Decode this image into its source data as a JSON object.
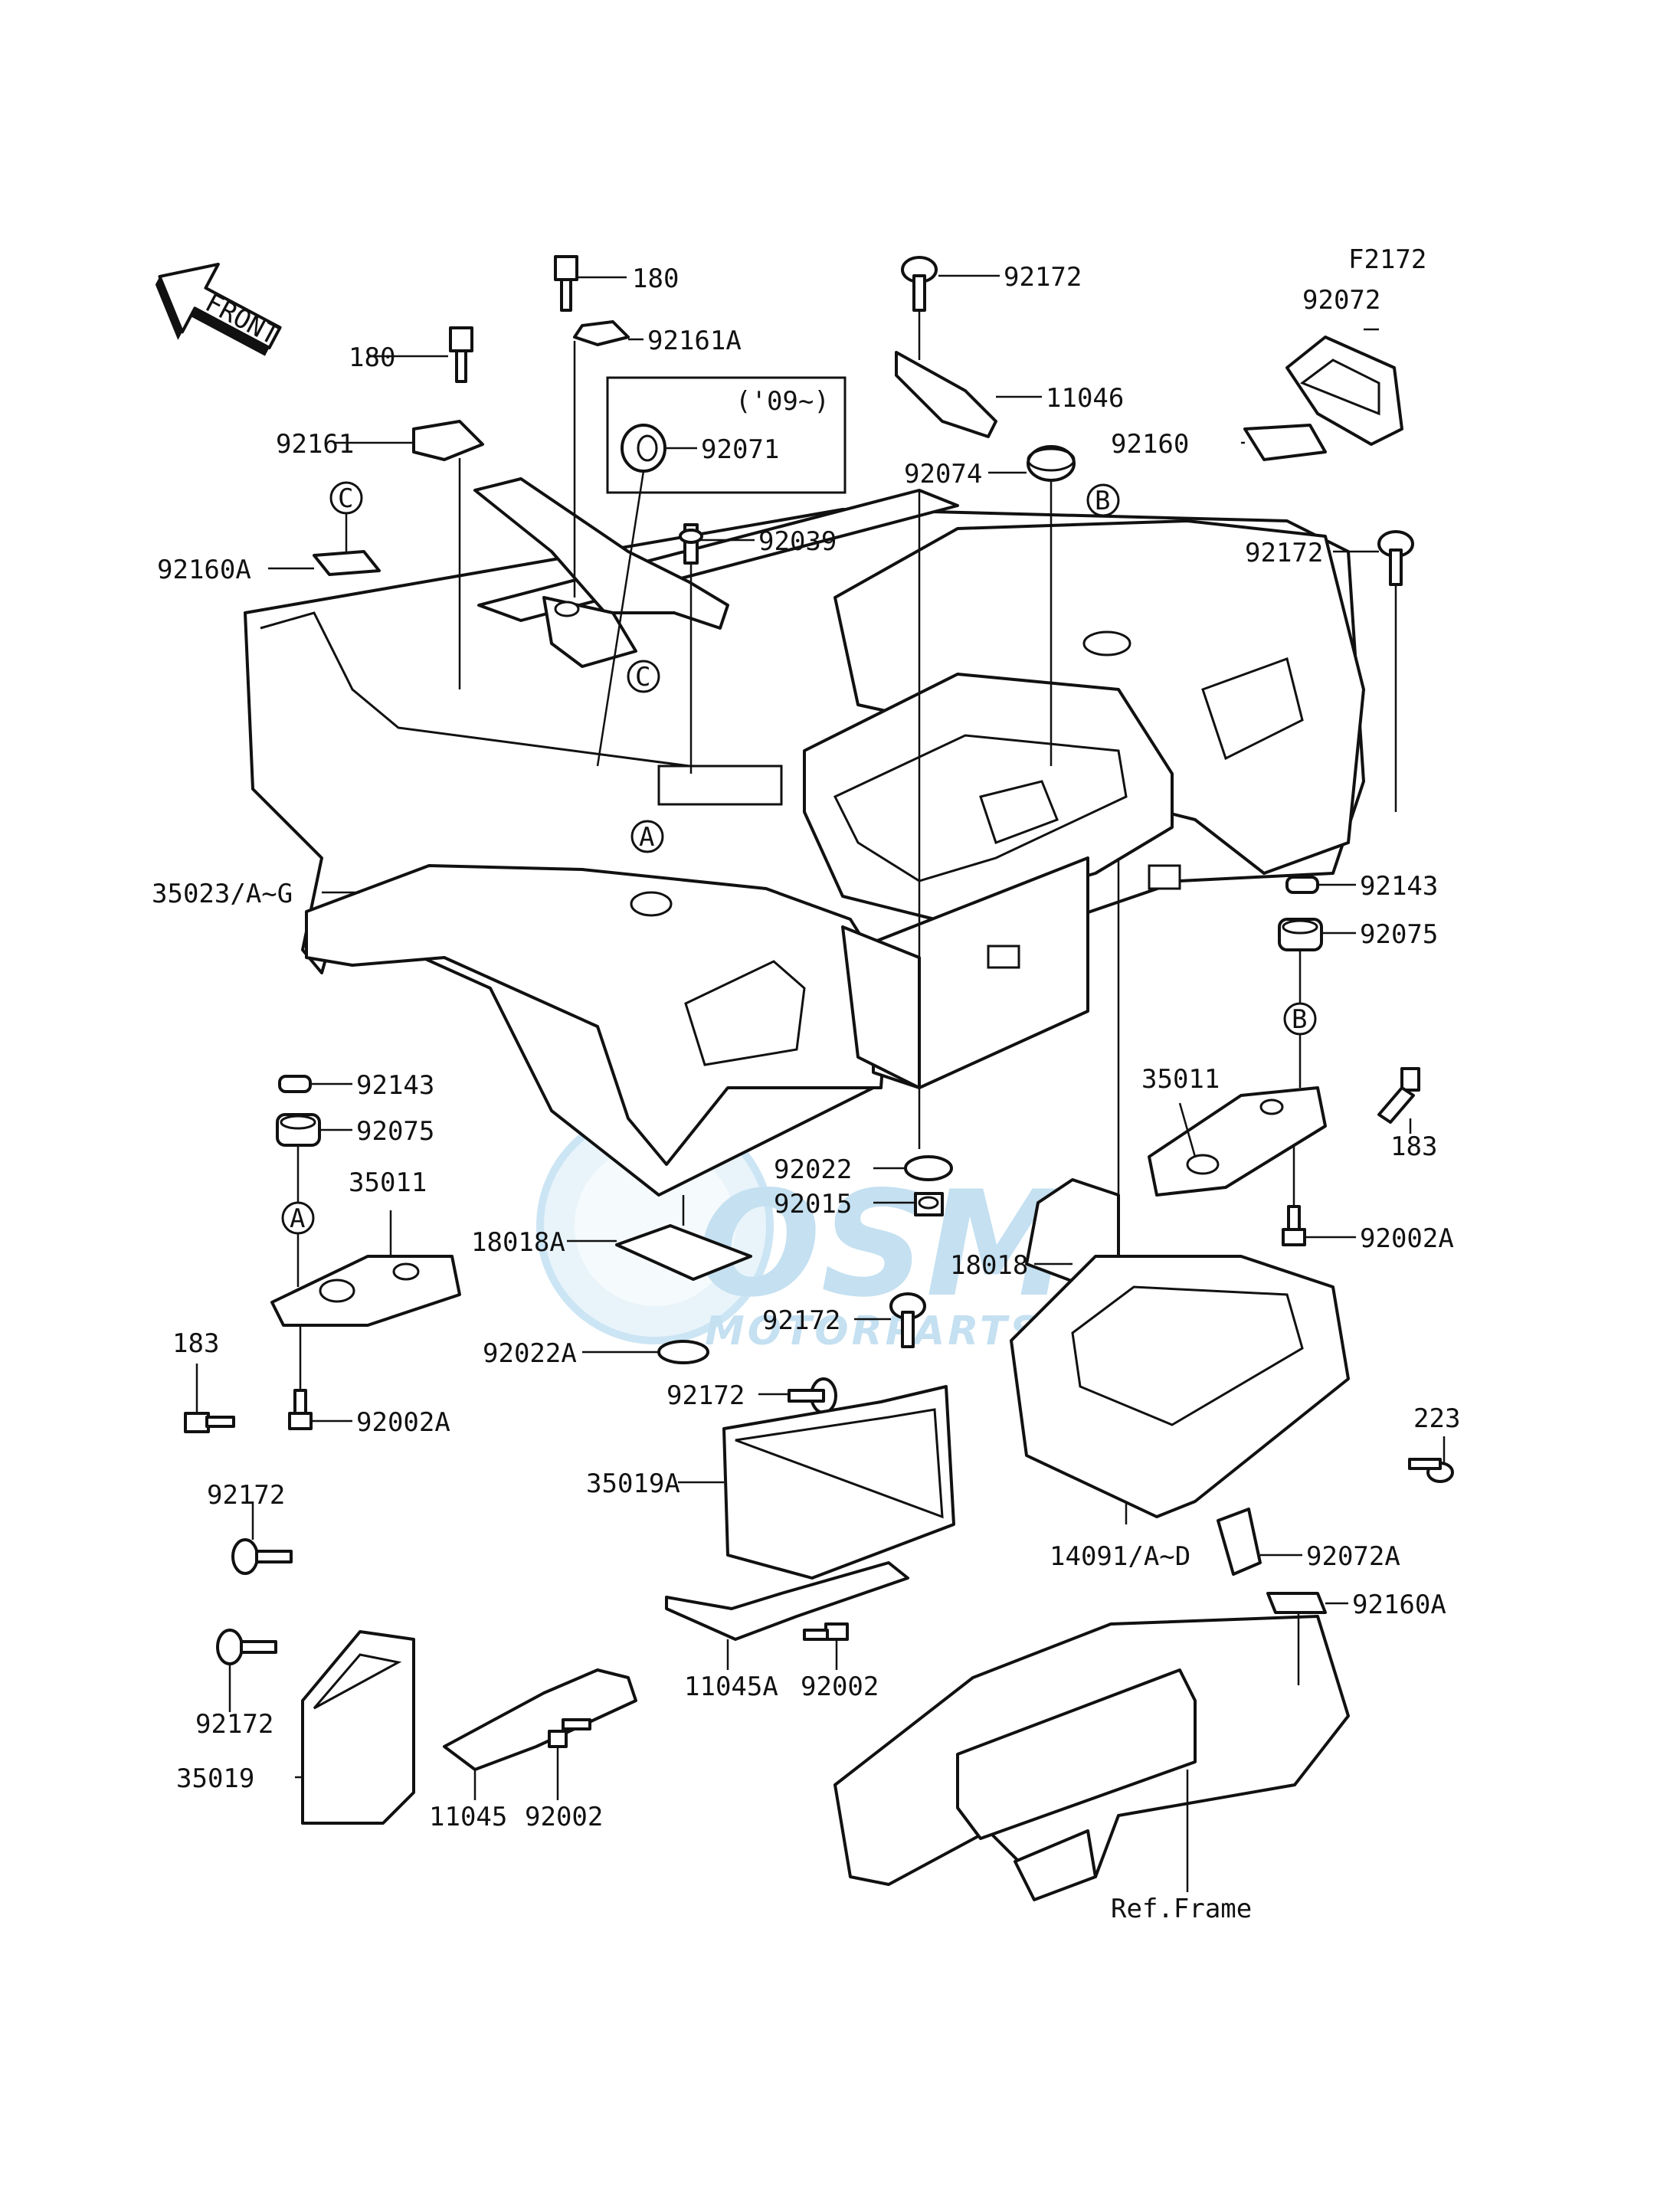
{
  "diagram": {
    "figure_code": "F2172",
    "front_marker": "FRONT",
    "ref_frame": "Ref.Frame",
    "variant_note": "('09~)",
    "watermark": {
      "logo_text": "OSM",
      "tagline": "MOTORPARTS"
    },
    "callouts": [
      "A",
      "B",
      "C"
    ],
    "labels": {
      "l180a": "180",
      "l180b": "180",
      "l92161A": "92161A",
      "l92161": "92161",
      "l92071": "92071",
      "l92039": "92039",
      "l92160A_top": "92160A",
      "l92172_top": "92172",
      "l11046": "11046",
      "l92074": "92074",
      "l92072": "92072",
      "l92160": "92160",
      "l92172_right": "92172",
      "l35023": "35023/A~G",
      "l92143_right": "92143",
      "l92075_right": "92075",
      "l35011_right": "35011",
      "l183_right": "183",
      "l92002A_right": "92002A",
      "l92143_left": "92143",
      "l92075_left": "92075",
      "l35011_left": "35011",
      "l183_left": "183",
      "l92002A_left": "92002A",
      "l92022": "92022",
      "l92015": "92015",
      "l18018A": "18018A",
      "l18018": "18018",
      "l92172_mid": "92172",
      "l92022A": "92022A",
      "l92172_mid2": "92172",
      "l35019A": "35019A",
      "l223": "223",
      "l14091": "14091/A~D",
      "l92072A": "92072A",
      "l92160A_bottom": "92160A",
      "l92172_bl1": "92172",
      "l92172_bl2": "92172",
      "l35019": "35019",
      "l11045": "11045",
      "l92002_bottom": "92002",
      "l11045A": "11045A",
      "l92002_mid": "92002"
    }
  }
}
